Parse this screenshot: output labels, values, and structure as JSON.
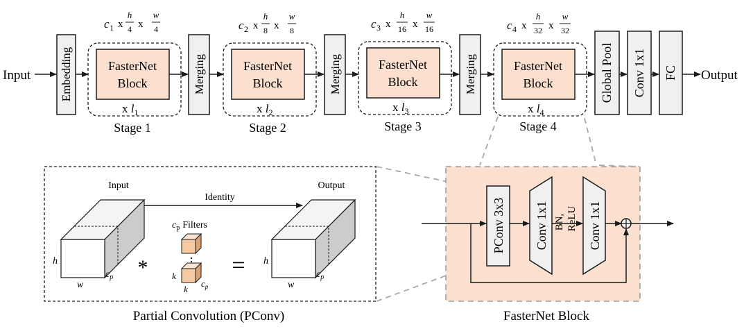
{
  "pipeline": {
    "input_label": "Input",
    "output_label": "Output",
    "embedding_label": "Embedding",
    "merging_label": "Merging",
    "block_line1": "FasterNet",
    "block_line2": "Block",
    "global_pool_label": "Global Pool",
    "conv1x1_label": "Conv 1x1",
    "fc_label": "FC",
    "repeat_prefix": "x ",
    "stages": [
      {
        "label": "Stage 1",
        "c": "c",
        "c_sub": "1",
        "h_div": "4",
        "w_div": "4",
        "l": "l",
        "l_sub": "1"
      },
      {
        "label": "Stage 2",
        "c": "c",
        "c_sub": "2",
        "h_div": "8",
        "w_div": "8",
        "l": "l",
        "l_sub": "2"
      },
      {
        "label": "Stage 3",
        "c": "c",
        "c_sub": "3",
        "h_div": "16",
        "w_div": "16",
        "l": "l",
        "l_sub": "3"
      },
      {
        "label": "Stage 4",
        "c": "c",
        "c_sub": "4",
        "h_div": "32",
        "w_div": "32",
        "l": "l",
        "l_sub": "4"
      }
    ],
    "dim_sep": "x",
    "h_sym": "h",
    "w_sym": "w"
  },
  "pconv": {
    "title": "Partial Convolution (PConv)",
    "input_label": "Input",
    "output_label": "Output",
    "identity_label": "Identity",
    "filters_c": "c",
    "filters_sub": "p",
    "filters_text": "Filters",
    "h_sym": "h",
    "w_sym": "w",
    "k_sym": "k",
    "cp_c": "c",
    "cp_sub": "p",
    "star": "*",
    "equals": "="
  },
  "block": {
    "title": "FasterNet Block",
    "pconv_label": "PConv 3x3",
    "conv_a_label": "Conv 1x1",
    "bn_label": "BN,",
    "relu_label": "ReLU",
    "conv_b_label": "Conv 1x1",
    "plus": "⊕"
  },
  "colors": {
    "block_fill": "#fbe0d0",
    "box_fill": "#f0f0f0",
    "stroke": "#1a1a1a",
    "dash_gray": "#a8a8a8"
  }
}
